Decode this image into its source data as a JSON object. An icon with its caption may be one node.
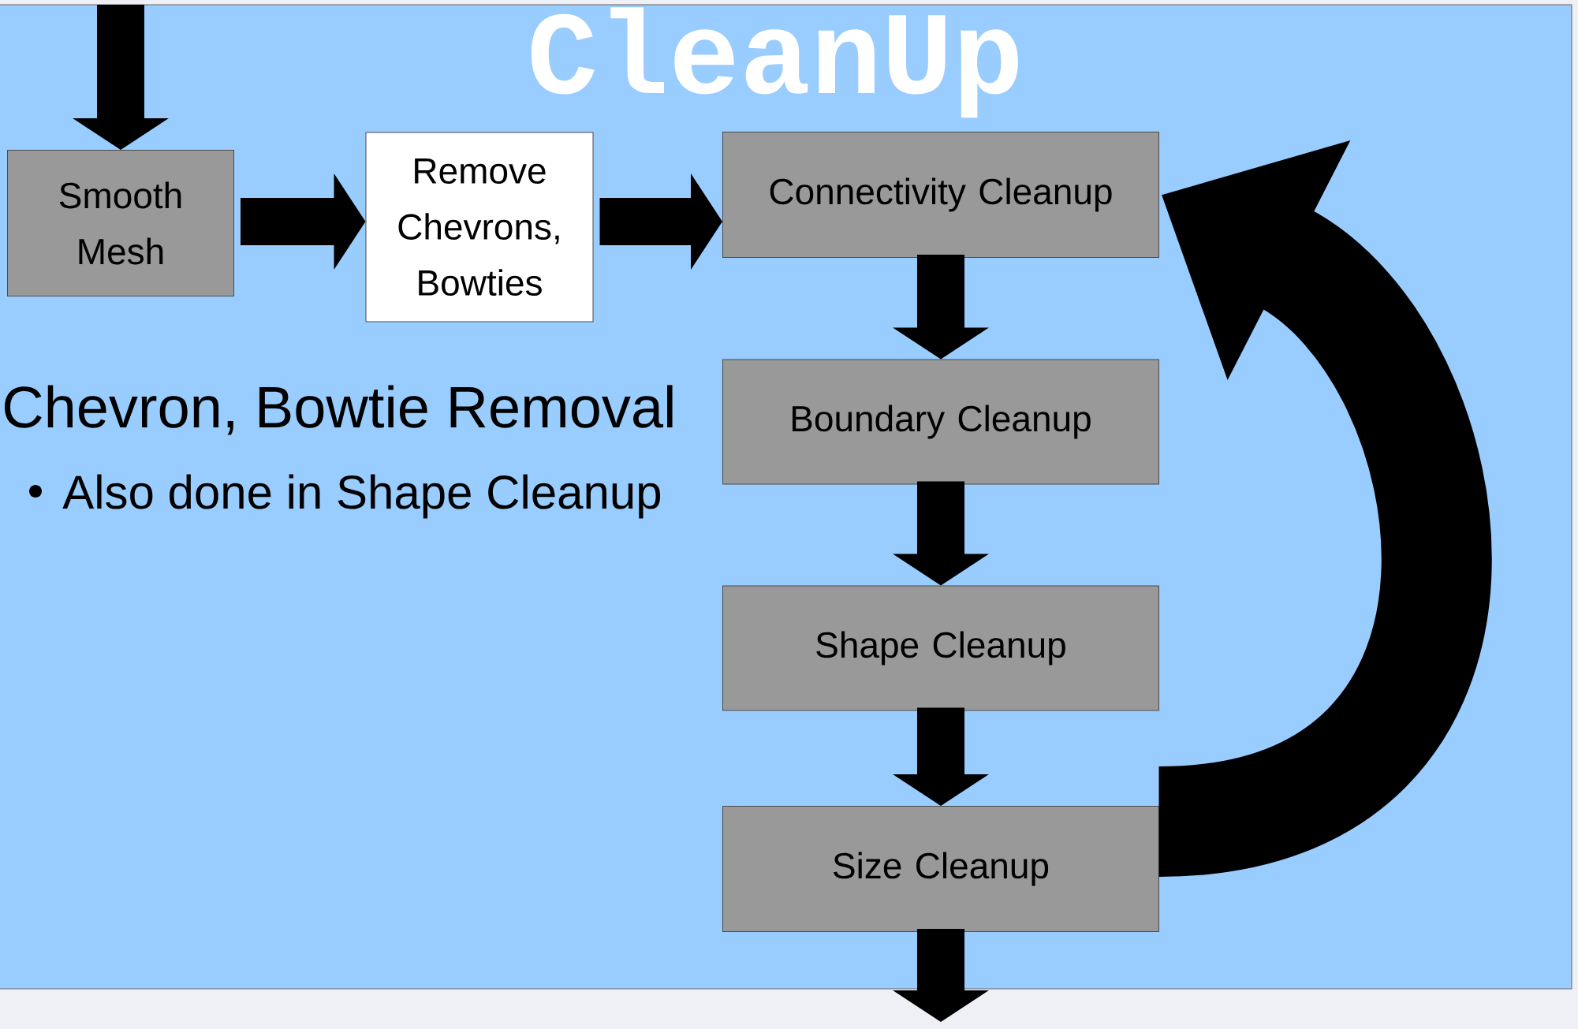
{
  "diagram": {
    "title": "CleanUp",
    "nodes": [
      {
        "text": [
          "Smooth Mesh"
        ]
      },
      {
        "text": [
          "Remove Chevrons, Bowties"
        ]
      },
      {
        "text": [
          "Connectivity Cleanup"
        ]
      },
      {
        "text": [
          "Boundary Cleanup"
        ]
      },
      {
        "text": [
          "Shape Cleanup"
        ]
      },
      {
        "text": [
          "Size Cleanup"
        ]
      }
    ],
    "edges": [
      {
        "from": null,
        "to": 0,
        "arrow": "to"
      },
      {
        "from": 0,
        "to": 1,
        "arrow": "to"
      },
      {
        "from": 1,
        "to": 2,
        "arrow": "to"
      },
      {
        "from": 2,
        "to": 3,
        "arrow": "to"
      },
      {
        "from": 3,
        "to": 4,
        "arrow": "to"
      },
      {
        "from": 4,
        "to": 5,
        "arrow": "to"
      },
      {
        "from": 5,
        "to": null,
        "arrow": "to"
      },
      {
        "from": 5,
        "to": 2,
        "arrow": "to",
        "style": "thick"
      }
    ],
    "labels": [
      "Chevron, Bowtie Removal",
      "Also done in Shape Cleanup"
    ]
  }
}
